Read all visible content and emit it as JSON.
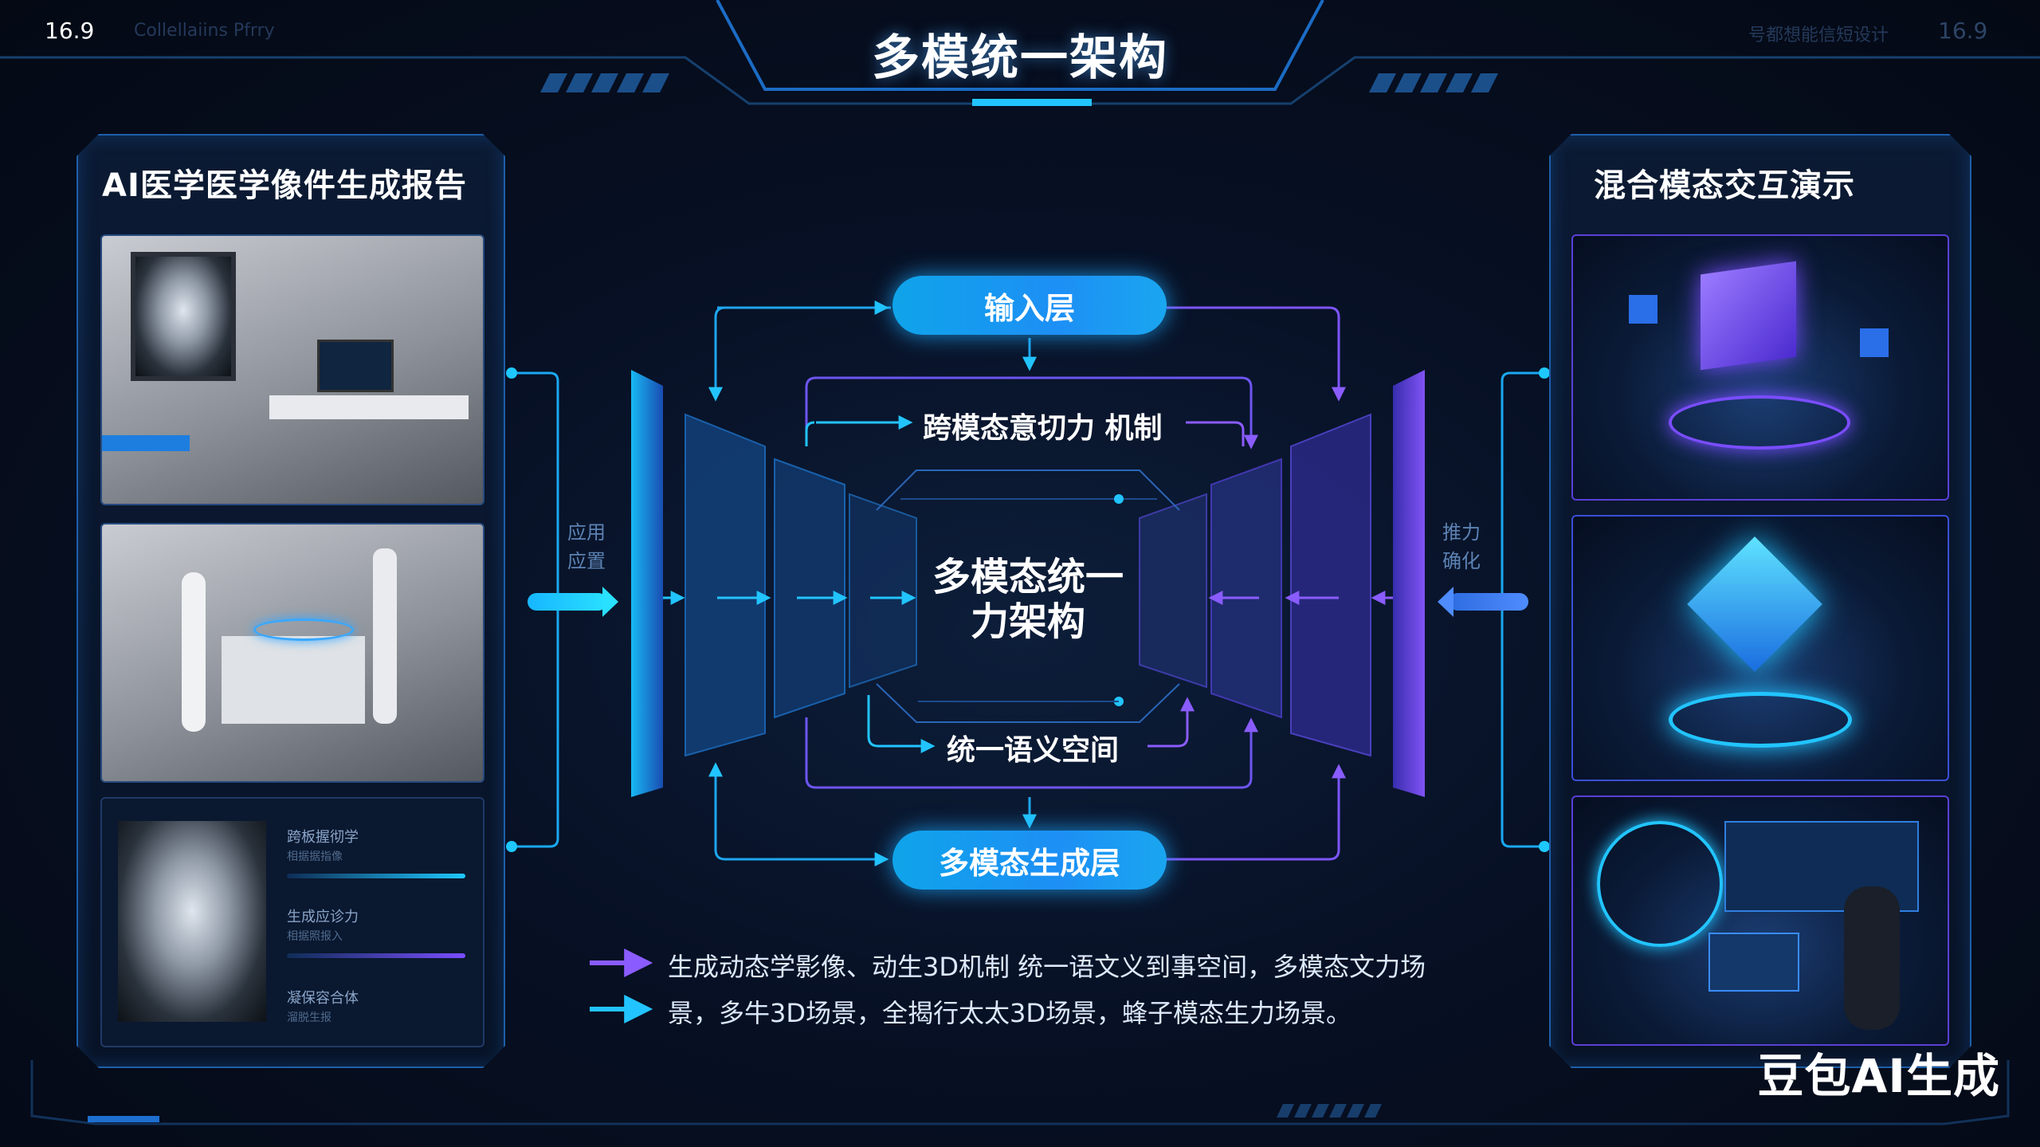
{
  "header": {
    "title": "多模统一架构",
    "left_number": "16.9",
    "left_dim_text": "Collellaiins Pfrry",
    "right_dim_text": "号都想能信短设计",
    "right_number": "16.9"
  },
  "left_panel": {
    "title": "AI医学医学像件生成报告",
    "info_rows": [
      {
        "label": "跨板握彻学",
        "sub": "相据据指像",
        "bar_color": "#1ec8ff"
      },
      {
        "label": "生成应诊力",
        "sub": "相据照报入",
        "bar_color": "#7a4dff"
      },
      {
        "label": "凝保容合体",
        "sub": "溜脱生报",
        "bar_color": ""
      }
    ]
  },
  "right_panel": {
    "title": "混合模态交互演示"
  },
  "diagram": {
    "input_layer": "输入层",
    "attention": "跨模态意切力  机制",
    "center": [
      "多模态统一",
      "力架构"
    ],
    "semantic": "统一语义空间",
    "output_layer": "多模态生成层",
    "left_side_label": [
      "应用",
      "应置"
    ],
    "right_side_label": [
      "推力",
      "确化"
    ]
  },
  "bottom": {
    "line1": "生成动态学影像、动生3D机制   统一语文义到事空间，多模态文力场",
    "line2": "景，多牛3D场景，全揭行太太3D场景，蜂子模态生力场景。",
    "line1_color": "#8a5cff",
    "line2_color": "#22c4ff"
  },
  "watermark": "豆包AI生成",
  "colors": {
    "cyan": "#1ec8ff",
    "purple": "#7a4dff",
    "accent_blue": "#1d8ff5"
  }
}
